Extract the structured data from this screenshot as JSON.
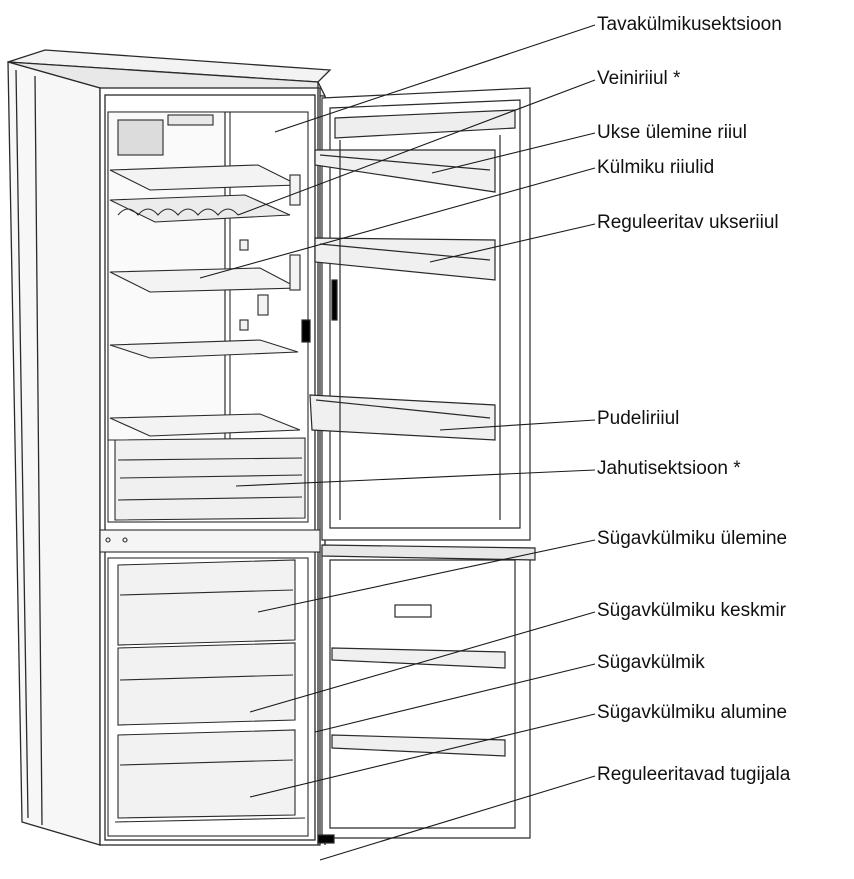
{
  "colors": {
    "line": "#2a2a2a",
    "light_line": "#7a7a7a",
    "fill_light": "#f3f3f3",
    "fill_mid": "#e6e6e6",
    "leader": "#1a1a1a",
    "text": "#111111"
  },
  "figure": {
    "display_badge": "☐ ▯▯▯"
  },
  "labels": [
    "Tavakülmikusektsioon",
    "Veiniriiul *",
    "Ukse ülemine riiul",
    "Külmiku riiulid",
    "Reguleeritav ukseriiul",
    "Pudeliriiul",
    "Jahutisektsioon *",
    "Sügavkülmiku ülemine",
    "Sügavkülmiku keskmir",
    "Sügavkülmik",
    "Sügavkülmiku alumine",
    "Reguleeritavad tugijala"
  ]
}
